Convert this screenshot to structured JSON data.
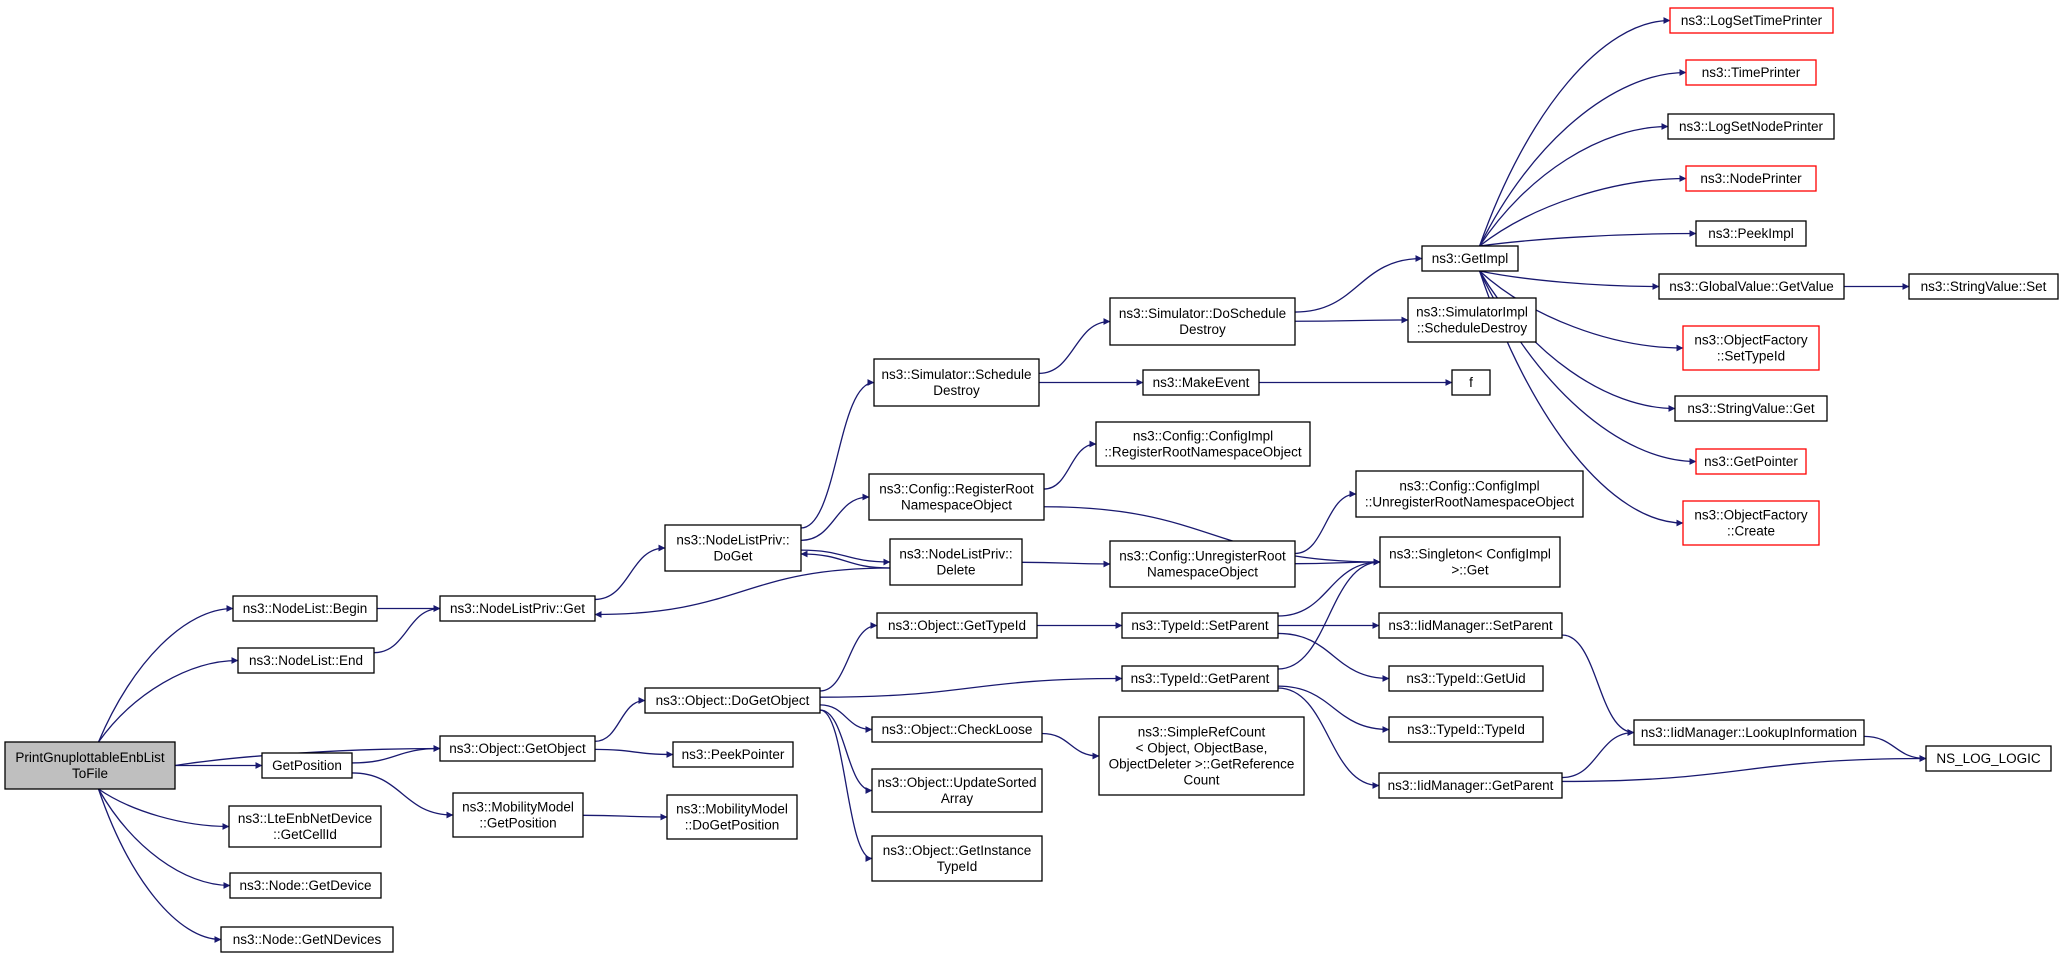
{
  "graph": {
    "nodes": [
      {
        "id": "root",
        "lines": [
          "PrintGnuplottableEnbList",
          "ToFile"
        ],
        "style": "root"
      },
      {
        "id": "nl_begin",
        "lines": [
          "ns3::NodeList::Begin"
        ],
        "style": "normal"
      },
      {
        "id": "nl_end",
        "lines": [
          "ns3::NodeList::End"
        ],
        "style": "normal"
      },
      {
        "id": "getposition",
        "lines": [
          "GetPosition"
        ],
        "style": "normal"
      },
      {
        "id": "lte_getcellid",
        "lines": [
          "ns3::LteEnbNetDevice",
          "::GetCellId"
        ],
        "style": "normal"
      },
      {
        "id": "node_getdevice",
        "lines": [
          "ns3::Node::GetDevice"
        ],
        "style": "normal"
      },
      {
        "id": "node_getndevices",
        "lines": [
          "ns3::Node::GetNDevices"
        ],
        "style": "normal"
      },
      {
        "id": "nlp_get",
        "lines": [
          "ns3::NodeListPriv::Get"
        ],
        "style": "normal"
      },
      {
        "id": "obj_getobject",
        "lines": [
          "ns3::Object::GetObject"
        ],
        "style": "normal"
      },
      {
        "id": "mm_getposition",
        "lines": [
          "ns3::MobilityModel",
          "::GetPosition"
        ],
        "style": "normal"
      },
      {
        "id": "nlp_doget",
        "lines": [
          "ns3::NodeListPriv::",
          "DoGet"
        ],
        "style": "normal"
      },
      {
        "id": "obj_dogetobject",
        "lines": [
          "ns3::Object::DoGetObject"
        ],
        "style": "normal"
      },
      {
        "id": "peekpointer",
        "lines": [
          "ns3::PeekPointer"
        ],
        "style": "normal"
      },
      {
        "id": "mm_dogetposition",
        "lines": [
          "ns3::MobilityModel",
          "::DoGetPosition"
        ],
        "style": "normal"
      },
      {
        "id": "sim_scheduledestroy",
        "lines": [
          "ns3::Simulator::Schedule",
          "Destroy"
        ],
        "style": "normal"
      },
      {
        "id": "cfg_registerroot",
        "lines": [
          "ns3::Config::RegisterRoot",
          "NamespaceObject"
        ],
        "style": "normal"
      },
      {
        "id": "nlp_delete",
        "lines": [
          "ns3::NodeListPriv::",
          "Delete"
        ],
        "style": "normal"
      },
      {
        "id": "obj_gettypeid",
        "lines": [
          "ns3::Object::GetTypeId"
        ],
        "style": "normal"
      },
      {
        "id": "obj_checkloose",
        "lines": [
          "ns3::Object::CheckLoose"
        ],
        "style": "normal"
      },
      {
        "id": "obj_updatesorted",
        "lines": [
          "ns3::Object::UpdateSorted",
          "Array"
        ],
        "style": "normal"
      },
      {
        "id": "obj_getinstance",
        "lines": [
          "ns3::Object::GetInstance",
          "TypeId"
        ],
        "style": "normal"
      },
      {
        "id": "sim_doscheduledestroy",
        "lines": [
          "ns3::Simulator::DoSchedule",
          "Destroy"
        ],
        "style": "normal"
      },
      {
        "id": "makeevent",
        "lines": [
          "ns3::MakeEvent"
        ],
        "style": "normal"
      },
      {
        "id": "cfgimpl_register",
        "lines": [
          "ns3::Config::ConfigImpl",
          "::RegisterRootNamespaceObject"
        ],
        "style": "normal"
      },
      {
        "id": "cfg_unregisterroot",
        "lines": [
          "ns3::Config::UnregisterRoot",
          "NamespaceObject"
        ],
        "style": "normal"
      },
      {
        "id": "typeid_setparent",
        "lines": [
          "ns3::TypeId::SetParent"
        ],
        "style": "normal"
      },
      {
        "id": "typeid_getparent",
        "lines": [
          "ns3::TypeId::GetParent"
        ],
        "style": "normal"
      },
      {
        "id": "simplerefcount",
        "lines": [
          "ns3::SimpleRefCount",
          "< Object, ObjectBase,",
          " ObjectDeleter >::GetReference",
          "Count"
        ],
        "style": "normal"
      },
      {
        "id": "getimpl",
        "lines": [
          "ns3::GetImpl"
        ],
        "style": "normal"
      },
      {
        "id": "simimpl_scheduledestroy",
        "lines": [
          "ns3::SimulatorImpl",
          "::ScheduleDestroy"
        ],
        "style": "normal"
      },
      {
        "id": "f",
        "lines": [
          "f"
        ],
        "style": "normal"
      },
      {
        "id": "cfgimpl_unregister",
        "lines": [
          "ns3::Config::ConfigImpl",
          "::UnregisterRootNamespaceObject"
        ],
        "style": "normal"
      },
      {
        "id": "singleton_get",
        "lines": [
          "ns3::Singleton< ConfigImpl",
          " >::Get"
        ],
        "style": "normal"
      },
      {
        "id": "iid_setparent",
        "lines": [
          "ns3::IidManager::SetParent"
        ],
        "style": "normal"
      },
      {
        "id": "typeid_getuid",
        "lines": [
          "ns3::TypeId::GetUid"
        ],
        "style": "normal"
      },
      {
        "id": "typeid_typeid",
        "lines": [
          "ns3::TypeId::TypeId"
        ],
        "style": "normal"
      },
      {
        "id": "iid_getparent",
        "lines": [
          "ns3::IidManager::GetParent"
        ],
        "style": "normal"
      },
      {
        "id": "iid_lookup",
        "lines": [
          "ns3::IidManager::LookupInformation"
        ],
        "style": "normal"
      },
      {
        "id": "ns_log_logic",
        "lines": [
          "NS_LOG_LOGIC"
        ],
        "style": "normal"
      },
      {
        "id": "logsettimeprinter",
        "lines": [
          "ns3::LogSetTimePrinter"
        ],
        "style": "truncated"
      },
      {
        "id": "timeprinter",
        "lines": [
          "ns3::TimePrinter"
        ],
        "style": "truncated"
      },
      {
        "id": "logsetnodeprinter",
        "lines": [
          "ns3::LogSetNodePrinter"
        ],
        "style": "normal"
      },
      {
        "id": "nodeprinter",
        "lines": [
          "ns3::NodePrinter"
        ],
        "style": "truncated"
      },
      {
        "id": "peekimpl",
        "lines": [
          "ns3::PeekImpl"
        ],
        "style": "normal"
      },
      {
        "id": "gv_getvalue",
        "lines": [
          "ns3::GlobalValue::GetValue"
        ],
        "style": "normal"
      },
      {
        "id": "stringvalue_set",
        "lines": [
          "ns3::StringValue::Set"
        ],
        "style": "normal"
      },
      {
        "id": "of_settypeid",
        "lines": [
          "ns3::ObjectFactory",
          "::SetTypeId"
        ],
        "style": "truncated"
      },
      {
        "id": "stringvalue_get",
        "lines": [
          "ns3::StringValue::Get"
        ],
        "style": "normal"
      },
      {
        "id": "getpointer",
        "lines": [
          "ns3::GetPointer"
        ],
        "style": "truncated"
      },
      {
        "id": "of_create",
        "lines": [
          "ns3::ObjectFactory",
          "::Create"
        ],
        "style": "truncated"
      }
    ],
    "edges": [
      [
        "root",
        "nl_begin"
      ],
      [
        "root",
        "nl_end"
      ],
      [
        "root",
        "obj_getobject"
      ],
      [
        "root",
        "getposition"
      ],
      [
        "root",
        "lte_getcellid"
      ],
      [
        "root",
        "node_getdevice"
      ],
      [
        "root",
        "node_getndevices"
      ],
      [
        "nl_begin",
        "nlp_get"
      ],
      [
        "nl_end",
        "nlp_get"
      ],
      [
        "getposition",
        "obj_getobject"
      ],
      [
        "getposition",
        "mm_getposition"
      ],
      [
        "nlp_get",
        "nlp_doget"
      ],
      [
        "obj_getobject",
        "obj_dogetobject"
      ],
      [
        "obj_getobject",
        "peekpointer"
      ],
      [
        "mm_getposition",
        "mm_dogetposition"
      ],
      [
        "nlp_doget",
        "sim_scheduledestroy"
      ],
      [
        "nlp_doget",
        "cfg_registerroot"
      ],
      [
        "nlp_doget",
        "nlp_delete"
      ],
      [
        "nlp_delete",
        "nlp_doget"
      ],
      [
        "nlp_delete",
        "nlp_get"
      ],
      [
        "nlp_delete",
        "cfg_unregisterroot"
      ],
      [
        "obj_dogetobject",
        "obj_gettypeid"
      ],
      [
        "obj_dogetobject",
        "typeid_getparent"
      ],
      [
        "obj_dogetobject",
        "obj_checkloose"
      ],
      [
        "obj_dogetobject",
        "obj_updatesorted"
      ],
      [
        "obj_dogetobject",
        "obj_getinstance"
      ],
      [
        "sim_scheduledestroy",
        "sim_doscheduledestroy"
      ],
      [
        "sim_scheduledestroy",
        "makeevent"
      ],
      [
        "cfg_registerroot",
        "cfgimpl_register"
      ],
      [
        "cfg_registerroot",
        "singleton_get"
      ],
      [
        "cfg_unregisterroot",
        "cfgimpl_unregister"
      ],
      [
        "cfg_unregisterroot",
        "singleton_get"
      ],
      [
        "obj_gettypeid",
        "typeid_setparent"
      ],
      [
        "obj_checkloose",
        "simplerefcount"
      ],
      [
        "sim_doscheduledestroy",
        "getimpl"
      ],
      [
        "sim_doscheduledestroy",
        "simimpl_scheduledestroy"
      ],
      [
        "makeevent",
        "f"
      ],
      [
        "typeid_setparent",
        "singleton_get"
      ],
      [
        "typeid_setparent",
        "iid_setparent"
      ],
      [
        "typeid_setparent",
        "typeid_getuid"
      ],
      [
        "typeid_getparent",
        "singleton_get"
      ],
      [
        "typeid_getparent",
        "typeid_typeid"
      ],
      [
        "typeid_getparent",
        "iid_getparent"
      ],
      [
        "iid_setparent",
        "iid_lookup"
      ],
      [
        "iid_getparent",
        "iid_lookup"
      ],
      [
        "iid_getparent",
        "ns_log_logic"
      ],
      [
        "iid_lookup",
        "ns_log_logic"
      ],
      [
        "getimpl",
        "logsettimeprinter"
      ],
      [
        "getimpl",
        "timeprinter"
      ],
      [
        "getimpl",
        "logsetnodeprinter"
      ],
      [
        "getimpl",
        "nodeprinter"
      ],
      [
        "getimpl",
        "peekimpl"
      ],
      [
        "getimpl",
        "gv_getvalue"
      ],
      [
        "getimpl",
        "of_settypeid"
      ],
      [
        "getimpl",
        "stringvalue_get"
      ],
      [
        "getimpl",
        "getpointer"
      ],
      [
        "getimpl",
        "of_create"
      ],
      [
        "gv_getvalue",
        "stringvalue_set"
      ]
    ]
  },
  "colors": {
    "edge": "#191970",
    "node_border": "#000000",
    "truncated_border": "#ff0000",
    "root_fill": "#bfbfbf",
    "node_fill": "#ffffff"
  }
}
